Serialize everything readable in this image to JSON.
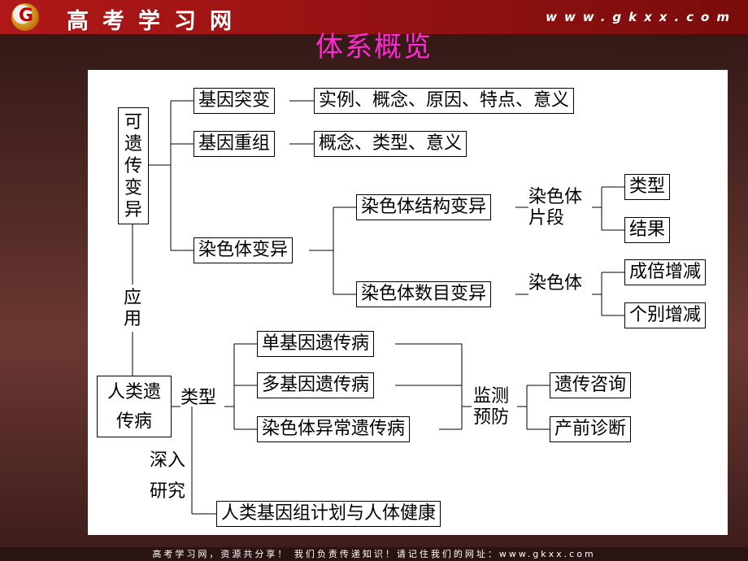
{
  "header": {
    "logo_letter": "G",
    "site_name": "高考学习网",
    "site_url": "www.gkxx.com"
  },
  "title": "体系概览",
  "diagram": {
    "heritable_variation": "可遗传变异",
    "gene_mutation": "基因突变",
    "gene_mutation_details": "实例、概念、原因、特点、意义",
    "gene_recombination": "基因重组",
    "gene_recombination_details": "概念、类型、意义",
    "chromosome_variation": "染色体变异",
    "structural_variation": "染色体结构变异",
    "chromosome_segment": "染色体片段",
    "type": "类型",
    "result": "结果",
    "numerical_variation": "染色体数目变异",
    "chromosome": "染色体",
    "set_change": "成倍增减",
    "individual_change": "个别增减",
    "application": "应用",
    "human_genetic_disease": "人类遗传病",
    "disease_types_label": "类型",
    "monogenic": "单基因遗传病",
    "polygenic": "多基因遗传病",
    "chromosomal_disease": "染色体异常遗传病",
    "monitoring_prevention": "监测预防",
    "genetic_counseling": "遗传咨询",
    "prenatal_diagnosis": "产前诊断",
    "in_depth_research": "深入研究",
    "human_genome_project": "人类基因组计划与人体健康"
  },
  "footer": {
    "text": "高考学习网，资源共分享！ 我们负责传递知识！请记住我们的网址：www.gkxx.com"
  }
}
